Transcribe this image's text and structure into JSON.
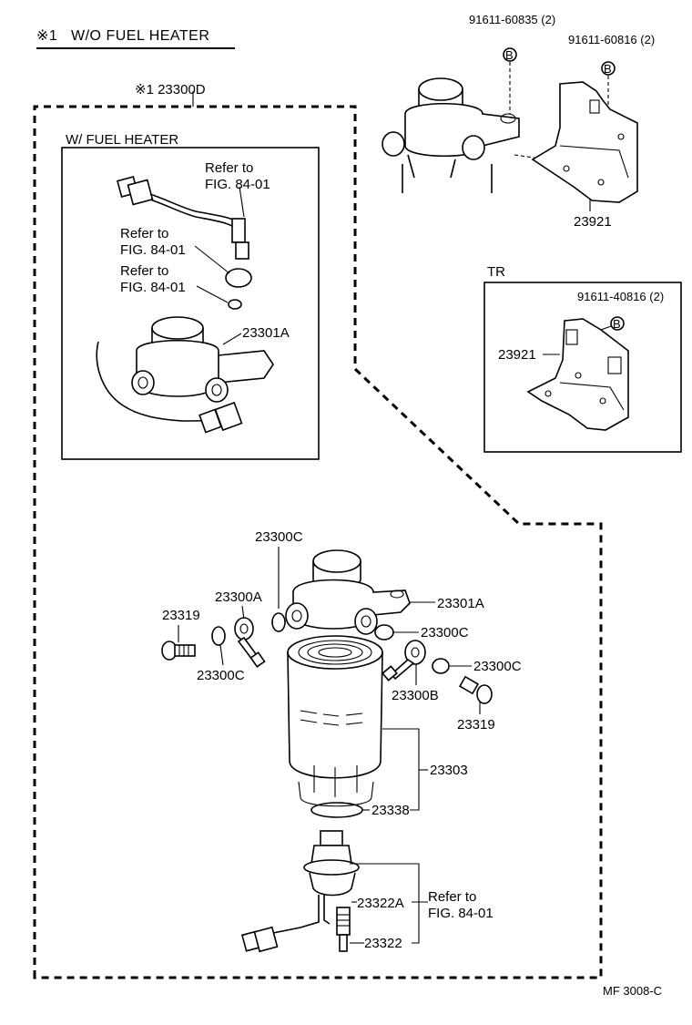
{
  "header": {
    "mark": "※1",
    "title": "W/O FUEL HEATER"
  },
  "assembly_label": "※1 23300D",
  "fuel_heater_box": {
    "title": "W/ FUEL HEATER",
    "refer_1_a": "Refer to",
    "refer_1_b": "FIG. 84-01",
    "refer_2_a": "Refer to",
    "refer_2_b": "FIG. 84-01",
    "refer_3_a": "Refer to",
    "refer_3_b": "FIG. 84-01",
    "part_23301a": "23301A"
  },
  "top_right": {
    "bolt_1": "91611-60835 (2)",
    "bolt_2": "91611-60816 (2)",
    "bracket": "23921",
    "badge": "B"
  },
  "tr_box": {
    "title": "TR",
    "bolt": "91611-40816 (2)",
    "bracket": "23921",
    "badge": "B"
  },
  "main_parts": {
    "p23300c_top": "23300C",
    "p23300a": "23300A",
    "p23319_left": "23319",
    "p23300c_left": "23300C",
    "p23301a": "23301A",
    "p23300c_mid": "23300C",
    "p23300c_right": "23300C",
    "p23300b": "23300B",
    "p23319_right": "23319",
    "p23303": "23303",
    "p23338": "23338",
    "p23322a": "23322A",
    "p23322": "23322",
    "refer_a": "Refer to",
    "refer_b": "FIG. 84-01"
  },
  "footer": {
    "code": "MF  3008-C"
  }
}
